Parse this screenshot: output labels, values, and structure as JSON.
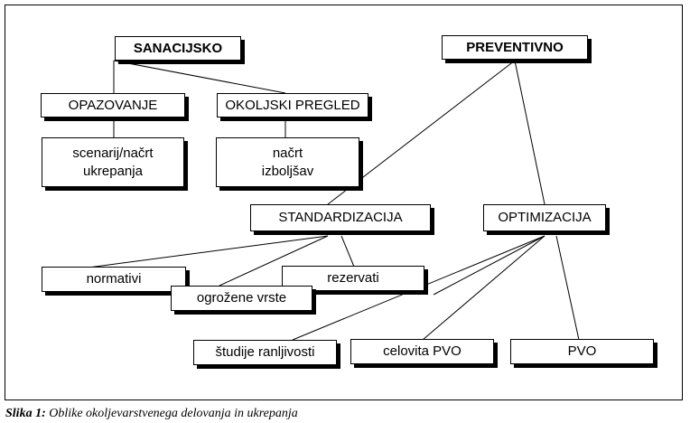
{
  "nodes": {
    "sanacijsko": "SANACIJSKO",
    "preventivno": "PREVENTIVNO",
    "opazovanje": "OPAZOVANJE",
    "okoljski_pregled": "OKOLJSKI PREGLED",
    "scenarij": "scenarij/načrt\nukrepanja",
    "nacrt": "načrt\nizboljšav",
    "standardizacija": "STANDARDIZACIJA",
    "optimizacija": "OPTIMIZACIJA",
    "normativi": "normativi",
    "rezervati": "rezervati",
    "ogrozene_vrste": "ogrožene vrste",
    "studije": "študije ranljivosti",
    "celovita_pvo": "celovita PVO",
    "pvo": "PVO"
  },
  "caption": {
    "label": "Slika 1:",
    "text": " Oblike okoljevarstvenega delovanja in ukrepanja"
  }
}
